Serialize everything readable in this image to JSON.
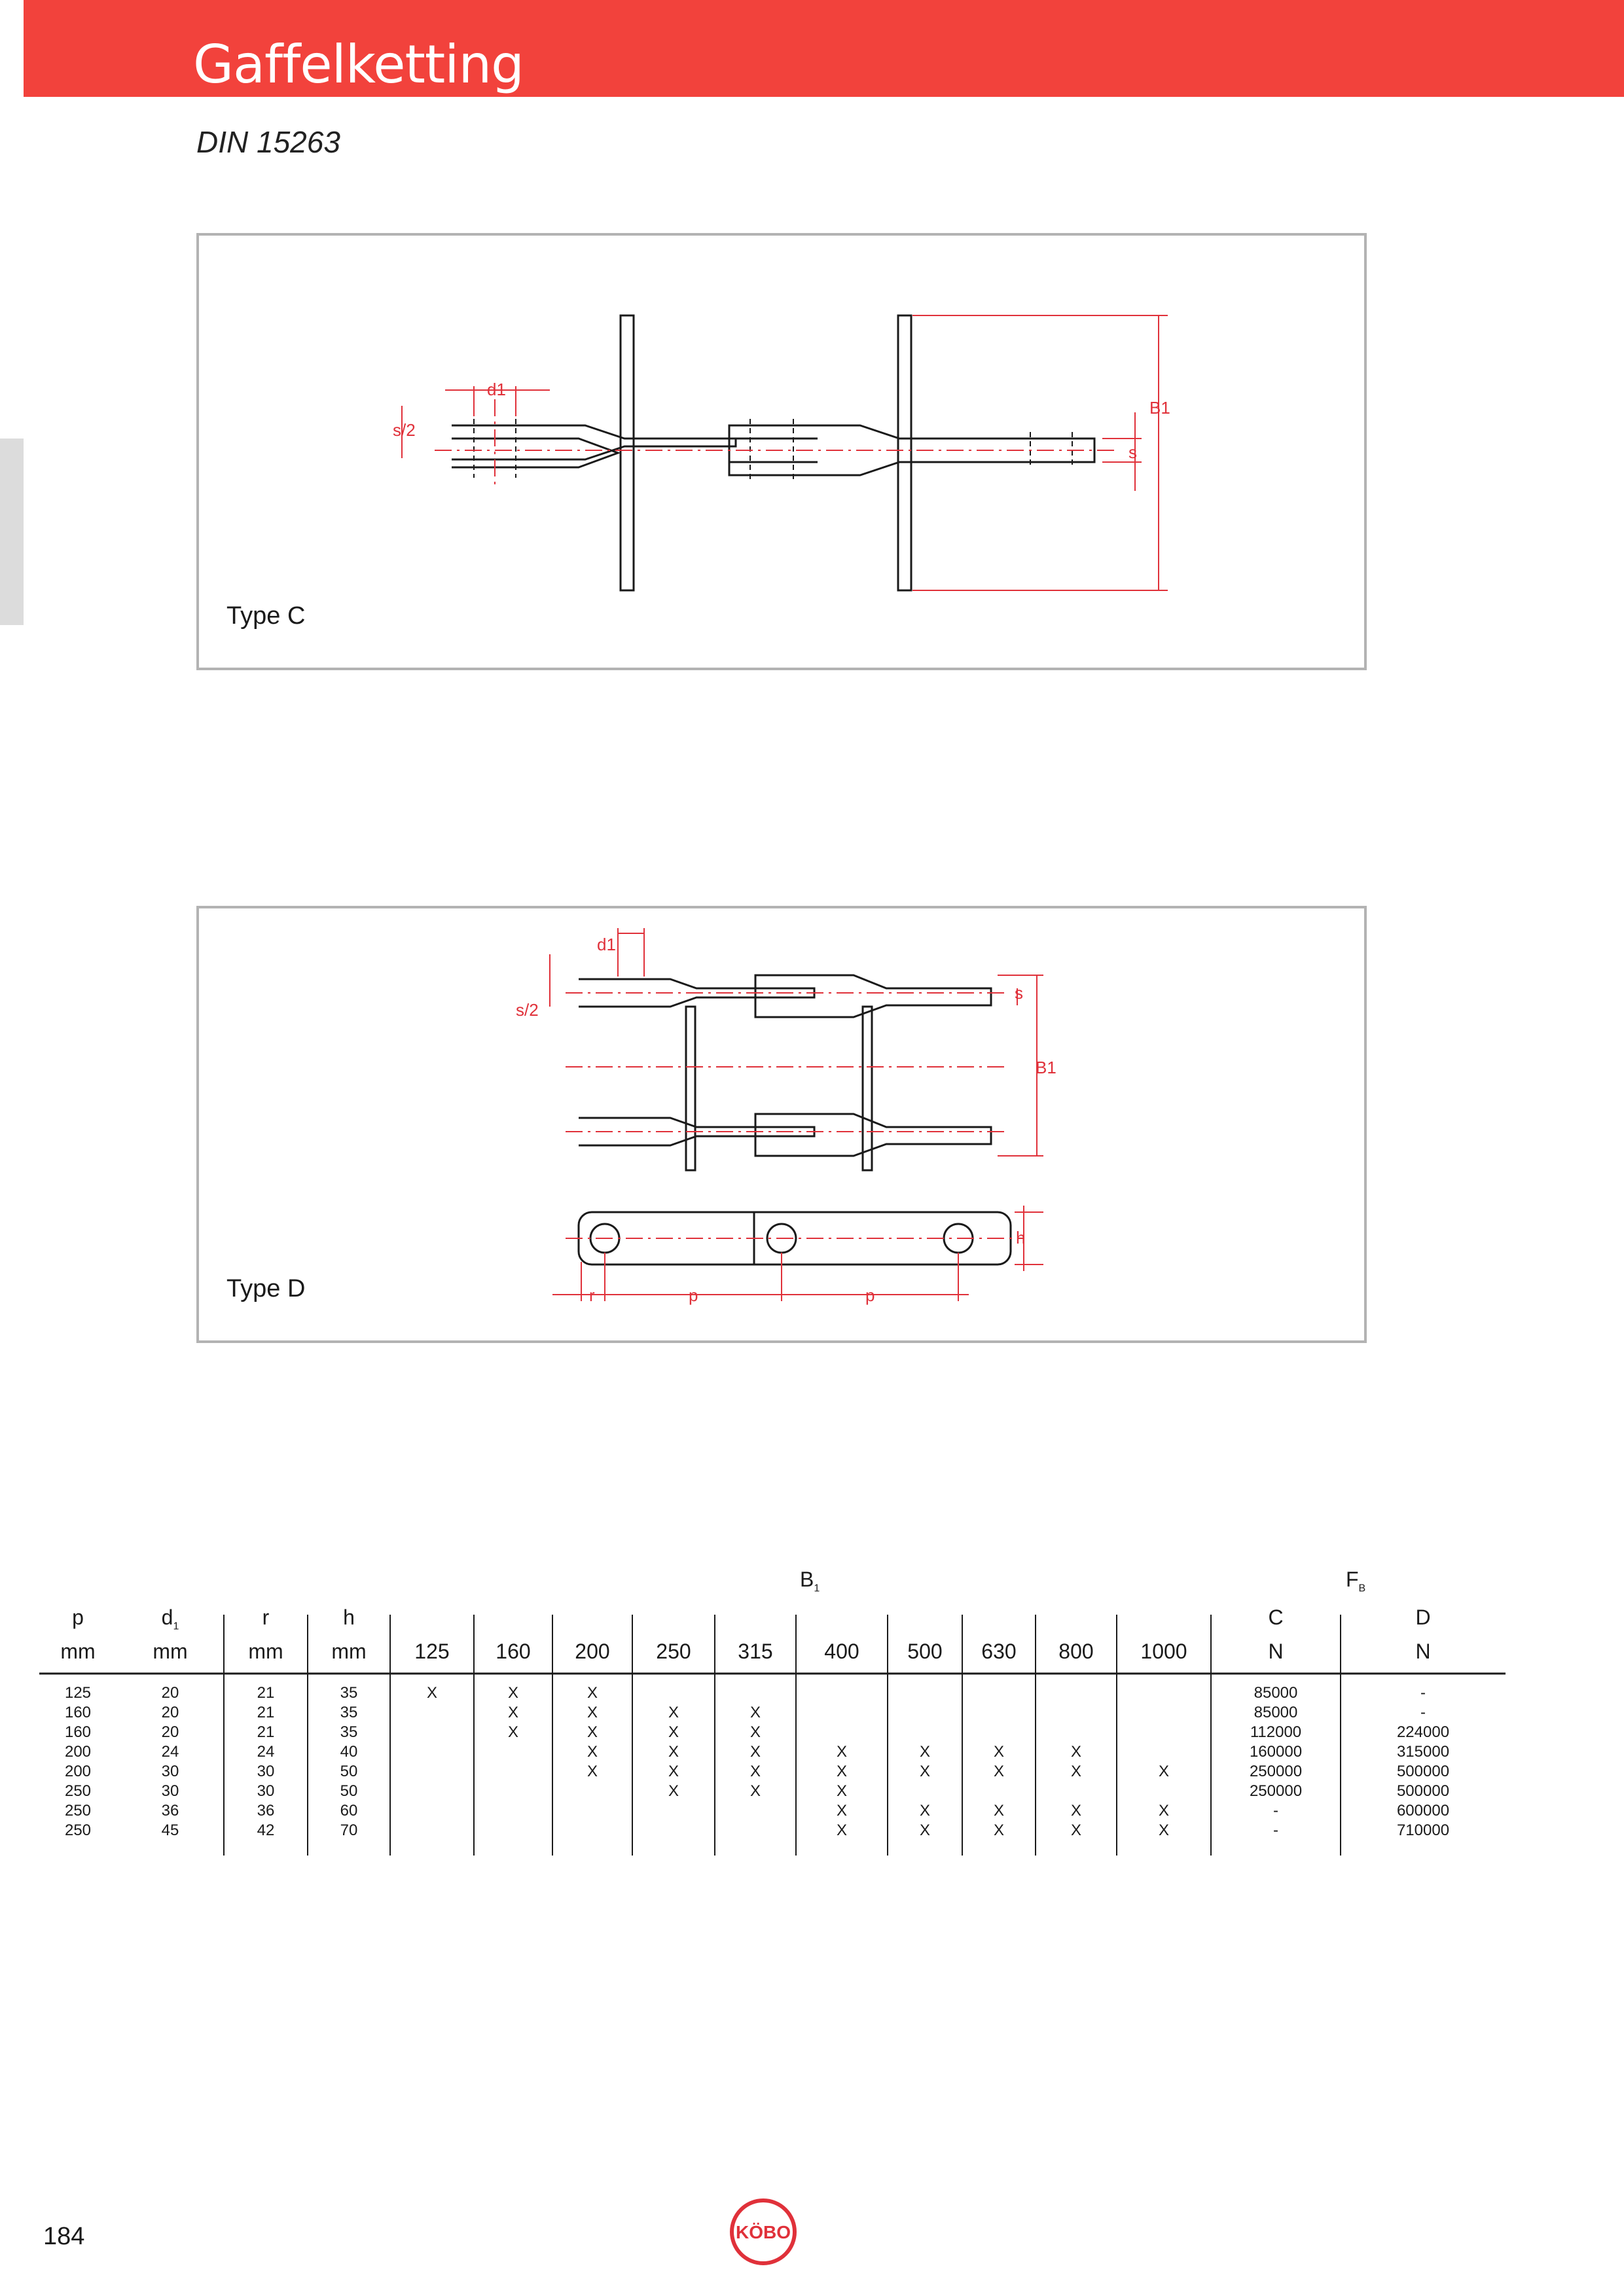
{
  "header": {
    "title": "Gaffelketting",
    "subtitle": "DIN 15263"
  },
  "diagrams": {
    "type_c": {
      "label": "Type C",
      "dims": {
        "d1": "d1",
        "s2": "s/2",
        "b1": "B1",
        "s": "s"
      }
    },
    "type_d": {
      "label": "Type D",
      "dims": {
        "d1": "d1",
        "s2": "s/2",
        "b1": "B1",
        "s": "s",
        "h": "h",
        "r": "r",
        "p1": "p",
        "p2": "p"
      }
    }
  },
  "table": {
    "group_b1": "B",
    "group_b1_sub": "1",
    "group_fb": "F",
    "group_fb_sub": "B",
    "headers": [
      {
        "top": "p",
        "sub": "",
        "unit": "mm"
      },
      {
        "top": "d",
        "sub": "1",
        "unit": "mm"
      },
      {
        "top": "r",
        "sub": "",
        "unit": "mm"
      },
      {
        "top": "h",
        "sub": "",
        "unit": "mm"
      },
      {
        "top": "",
        "sub": "",
        "unit": "125"
      },
      {
        "top": "",
        "sub": "",
        "unit": "160"
      },
      {
        "top": "",
        "sub": "",
        "unit": "200"
      },
      {
        "top": "",
        "sub": "",
        "unit": "250"
      },
      {
        "top": "",
        "sub": "",
        "unit": "315"
      },
      {
        "top": "",
        "sub": "",
        "unit": "400"
      },
      {
        "top": "",
        "sub": "",
        "unit": "500"
      },
      {
        "top": "",
        "sub": "",
        "unit": "630"
      },
      {
        "top": "",
        "sub": "",
        "unit": "800"
      },
      {
        "top": "",
        "sub": "",
        "unit": "1000"
      },
      {
        "top": "C",
        "sub": "",
        "unit": "N"
      },
      {
        "top": "D",
        "sub": "",
        "unit": "N"
      }
    ],
    "rows": [
      [
        "125",
        "20",
        "21",
        "35",
        "X",
        "X",
        "X",
        "",
        "",
        "",
        "",
        "",
        "",
        "",
        "85000",
        "-"
      ],
      [
        "160",
        "20",
        "21",
        "35",
        "",
        "X",
        "X",
        "X",
        "X",
        "",
        "",
        "",
        "",
        "",
        "85000",
        "-"
      ],
      [
        "160",
        "20",
        "21",
        "35",
        "",
        "X",
        "X",
        "X",
        "X",
        "",
        "",
        "",
        "",
        "",
        "112000",
        "224000"
      ],
      [
        "200",
        "24",
        "24",
        "40",
        "",
        "",
        "X",
        "X",
        "X",
        "X",
        "X",
        "X",
        "X",
        "",
        "160000",
        "315000"
      ],
      [
        "200",
        "30",
        "30",
        "50",
        "",
        "",
        "X",
        "X",
        "X",
        "X",
        "X",
        "X",
        "X",
        "X",
        "250000",
        "500000"
      ],
      [
        "250",
        "30",
        "30",
        "50",
        "",
        "",
        "",
        "X",
        "X",
        "X",
        "",
        "",
        "",
        "",
        "250000",
        "500000"
      ],
      [
        "250",
        "36",
        "36",
        "60",
        "",
        "",
        "",
        "",
        "",
        "X",
        "X",
        "X",
        "X",
        "X",
        "-",
        "600000"
      ],
      [
        "250",
        "45",
        "42",
        "70",
        "",
        "",
        "",
        "",
        "",
        "X",
        "X",
        "X",
        "X",
        "X",
        "-",
        "710000"
      ]
    ]
  },
  "footer": {
    "page_number": "184",
    "logo_text": "KÖBO"
  }
}
